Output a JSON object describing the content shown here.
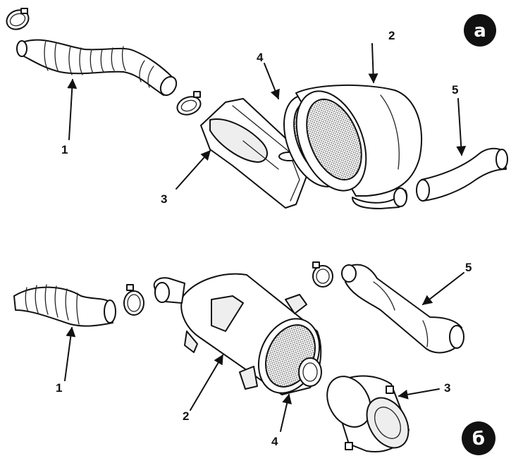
{
  "panels": [
    {
      "badge": "а",
      "callouts": [
        "1",
        "2",
        "3",
        "4",
        "5"
      ]
    },
    {
      "badge": "б",
      "callouts": [
        "1",
        "2",
        "3",
        "4",
        "5"
      ]
    }
  ]
}
